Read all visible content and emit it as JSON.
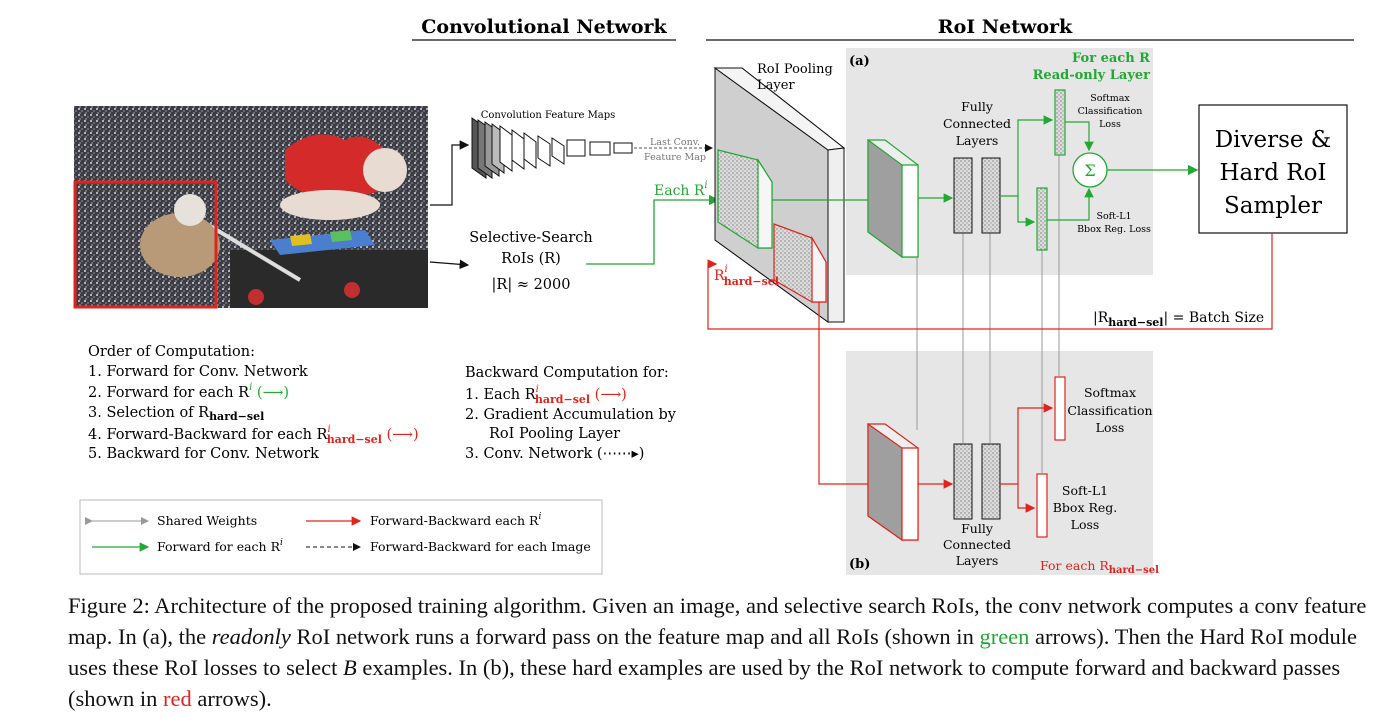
{
  "headers": {
    "conv": "Convolutional Network",
    "roi": "RoI Network"
  },
  "labels": {
    "conv_maps": "Convolution Feature Maps",
    "last_conv_1": "Last Conv.",
    "last_conv_2": "Feature Map",
    "selective_1": "Selective-Search",
    "selective_2": "RoIs (R)",
    "selective_3": "|R| ≈ 2000",
    "each_r": "Each R",
    "each_r_sup": "i",
    "pool_1": "RoI Pooling",
    "pool_2": "Layer",
    "rhard_r": "R",
    "rhard_sup": "i",
    "rhard_sub": "hard−sel",
    "panel_a": "(a)",
    "panel_b": "(b)",
    "for_each_r": "For each R",
    "readonly": "Read-only Layer",
    "fc_a_1": "Fully",
    "fc_a_2": "Connected",
    "fc_a_3": "Layers",
    "sm_a_1": "Softmax",
    "sm_a_2": "Classification",
    "sm_a_3": "Loss",
    "sigma": "Σ",
    "l1_a_1": "Soft-L1",
    "l1_a_2": "Bbox Reg. Loss",
    "sampler_1": "Diverse &",
    "sampler_2": "Hard RoI",
    "sampler_3": "Sampler",
    "batch_r": "|R",
    "batch_sub": "hard−sel",
    "batch_rest": "| = Batch Size",
    "sm_b_1": "Softmax",
    "sm_b_2": "Classification",
    "sm_b_3": "Loss",
    "l1_b_1": "Soft-L1",
    "l1_b_2": "Bbox Reg.",
    "l1_b_3": "Loss",
    "fc_b_1": "Fully",
    "fc_b_2": "Connected",
    "fc_b_3": "Layers",
    "for_each_hard": "For each R",
    "for_each_hard_sub": "hard−sel"
  },
  "order": {
    "title": "Order of Computation:",
    "i1": "1.  Forward for Conv. Network",
    "i2a": "2.  Forward for each R",
    "i2b": " (⟶)",
    "i3a": "3.  Selection of R",
    "i3sub": "hard−sel",
    "i4a": "4.  Forward-Backward for each R",
    "i4b": " (⟶)",
    "i5": "5.  Backward for Conv. Network"
  },
  "backward": {
    "title": "Backward Computation for:",
    "i1a": "1.  Each R",
    "i1b": " (⟶)",
    "i2": "2.  Gradient Accumulation by",
    "i2b": "RoI Pooling Layer",
    "i3": "3.  Conv. Network (⋯⋯▸)"
  },
  "legend": {
    "shared": "Shared Weights",
    "forward": "Forward for each R",
    "fb_each": "Forward-Backward each R",
    "fb_image": "Forward-Backward for each Image",
    "sup": "i"
  },
  "caption": {
    "p1": "Figure 2:  Architecture of the proposed training algorithm.  Given an image, and selective search RoIs, the conv network computes a conv feature map. In (a), the ",
    "readonly": "readonly",
    "p2": " RoI network runs a forward pass on the feature map and all RoIs (shown in ",
    "green": "green",
    "p3": " arrows). Then the Hard RoI module uses these RoI losses to select ",
    "b": "B",
    "p4": " examples. In (b), these hard examples are used by the RoI network to compute forward and backward passes (shown in ",
    "red": "red",
    "p5": " arrows)."
  },
  "colors": {
    "green": "#22a833",
    "red": "#e0241d",
    "panel": "#e6e6e6",
    "gray_line": "#9a9a9a"
  }
}
